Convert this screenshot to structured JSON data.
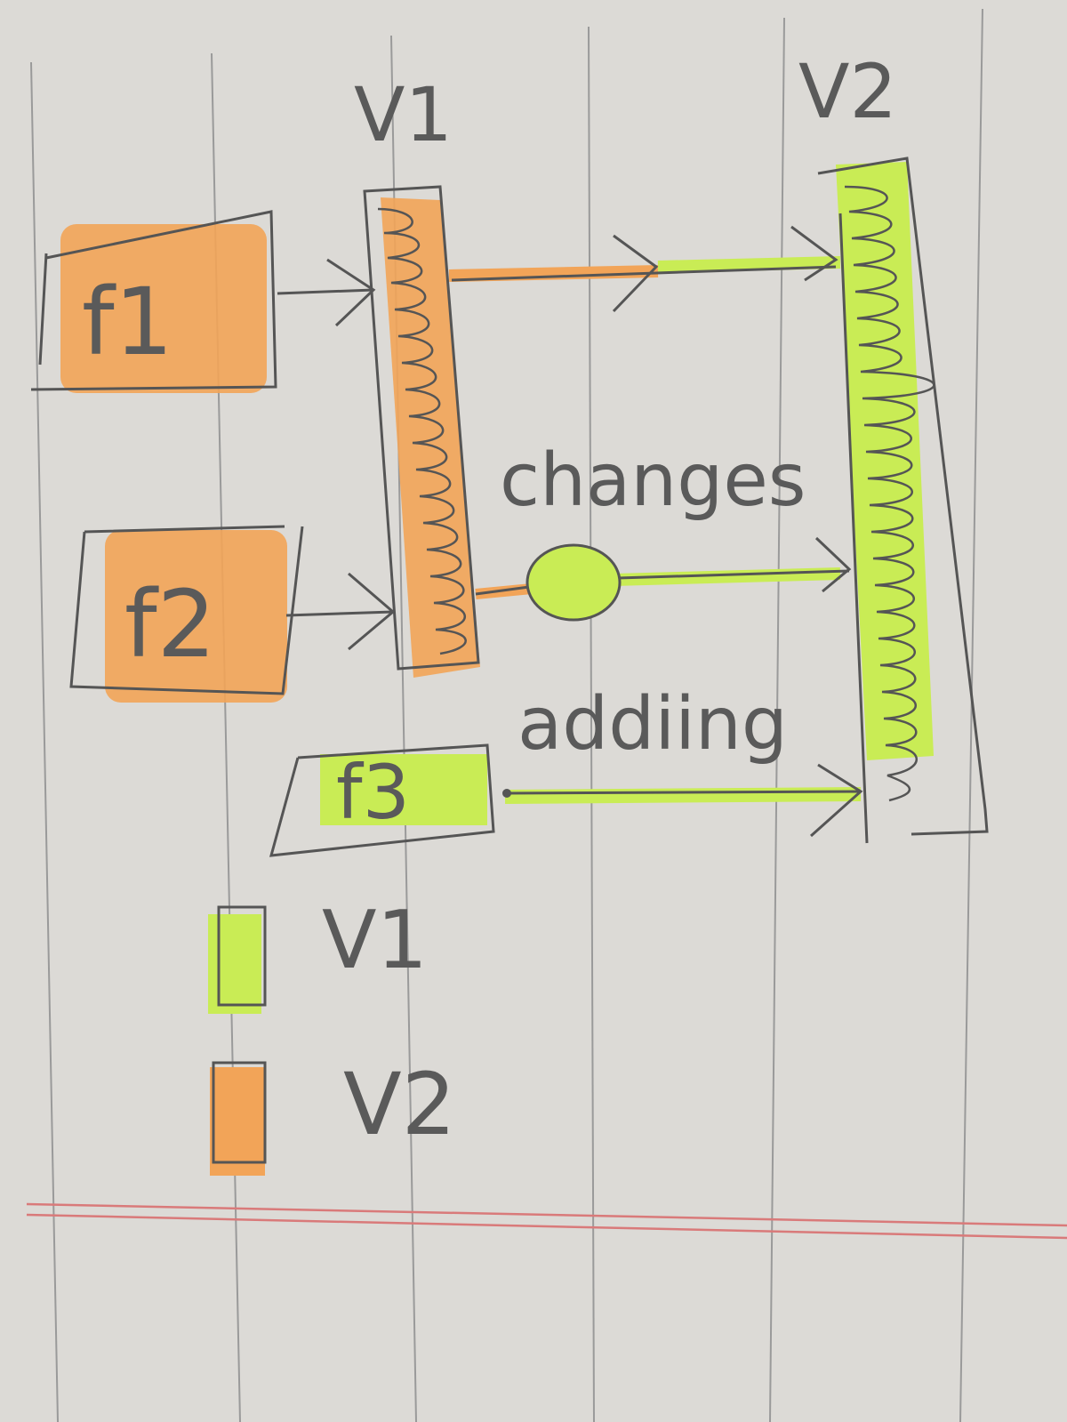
{
  "labels": {
    "v1_top": "V1",
    "v2_top": "V2",
    "f1": "f1",
    "f2": "f2",
    "f3": "f3",
    "changes": "changes",
    "adding": "addiing",
    "legend_v1": "V1",
    "legend_v2": "V2"
  },
  "colors": {
    "paper": "#dcdad6",
    "rule_line": "#9a9a9a",
    "margin_line": "#d97a7a",
    "pen": "#555555",
    "orange": "#f2a458",
    "green": "#c9ec55"
  }
}
